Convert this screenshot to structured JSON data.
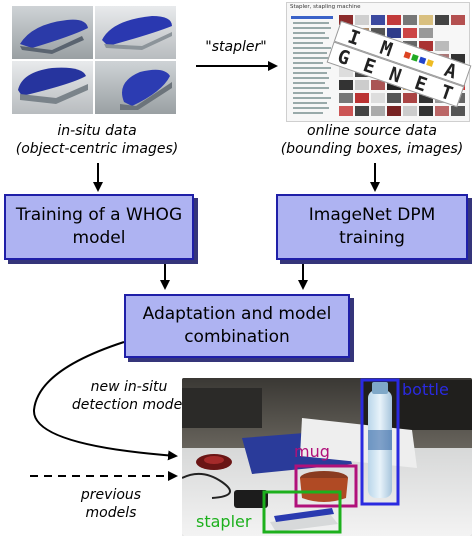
{
  "top_arrow_label": "\"stapler\"",
  "captions": {
    "insitu_line1": "in-situ data",
    "insitu_line2": "(object-centric images)",
    "online_line1": "online source data",
    "online_line2": "(bounding boxes, images)"
  },
  "boxes": {
    "whog_line1": "Training of a WHOG",
    "whog_line2": "model",
    "dpm_line1": "ImageNet DPM",
    "dpm_line2": "training",
    "adapt_line1": "Adaptation and model",
    "adapt_line2": "combination"
  },
  "side_labels": {
    "new_line1": "new in-situ",
    "new_line2": "detection model",
    "prev_line1": "previous",
    "prev_line2": "models"
  },
  "detections": {
    "bottle": "bottle",
    "mug": "mug",
    "stapler": "stapler"
  },
  "imagenet_page": {
    "title": "Stapler, stapling machine",
    "logo_letters": [
      "I",
      "M",
      "A",
      "G",
      "E",
      "N",
      "E",
      "T"
    ]
  },
  "colors": {
    "box_fill": "#aeb3f2",
    "box_border": "#1f1fa8",
    "bottle": "#2a2ae0",
    "mug": "#b0107a",
    "stapler": "#1db01d"
  }
}
